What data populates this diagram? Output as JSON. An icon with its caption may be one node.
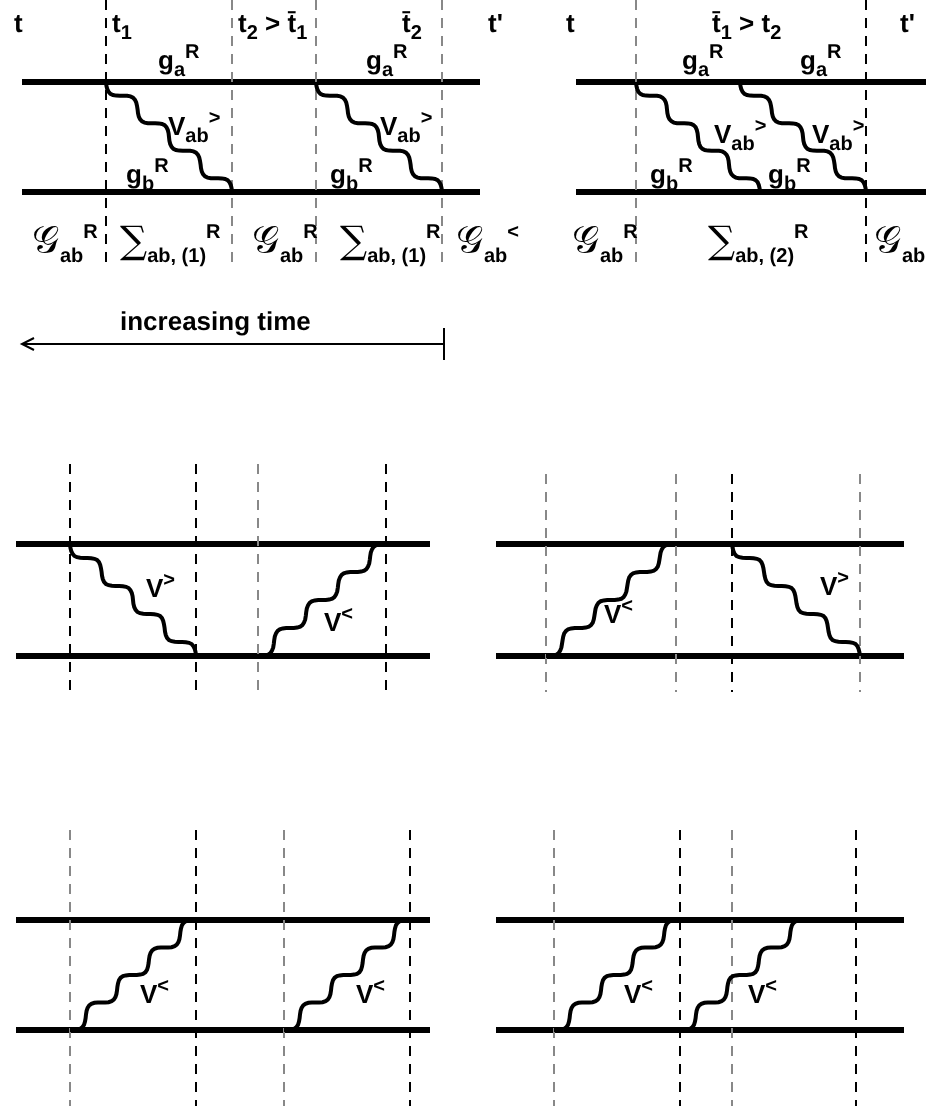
{
  "diagram": {
    "labels": [
      "t",
      "t$_{1}$",
      "t$_{2}$ > t̄$_{1}$",
      "t̄$_{2}$",
      "t'",
      "t",
      "t̄$_{1}$ > t$_{2}$",
      "t'",
      "g$_{a}$$^{R}$",
      "g$_{a}$$^{R}$",
      "g$_{a}$$^{R}$",
      "g$_{a}$$^{R}$",
      "V$_{ab}$$^{>}$",
      "V$_{ab}$$^{>}$",
      "V$_{ab}$$^{>}$",
      "V$_{ab}$$^{>}$",
      "g$_{b}$$^{R}$",
      "g$_{b}$$^{R}$",
      "g$_{b}$$^{R}$",
      "g$_{b}$$^{R}$",
      "𝒢$_{ab}$$^{R}$",
      "∑$_{ab, (1)}$$^{R}$",
      "𝒢$_{ab}$$^{R}$",
      "∑$_{ab, (1)}$$^{R}$",
      "𝒢$_{ab}$$^{<}$",
      "𝒢$_{ab}$$^{R}$",
      "∑$_{ab, (2)}$$^{R}$",
      "𝒢$_{ab}$$^{<}$",
      "increasing time",
      "V$^{>}$",
      "V$^{<}$",
      "V$^{<}$",
      "V$^{>}$",
      "V$^{<}$",
      "V$^{<}$",
      "V$^{<}$",
      "V$^{<}$"
    ]
  }
}
